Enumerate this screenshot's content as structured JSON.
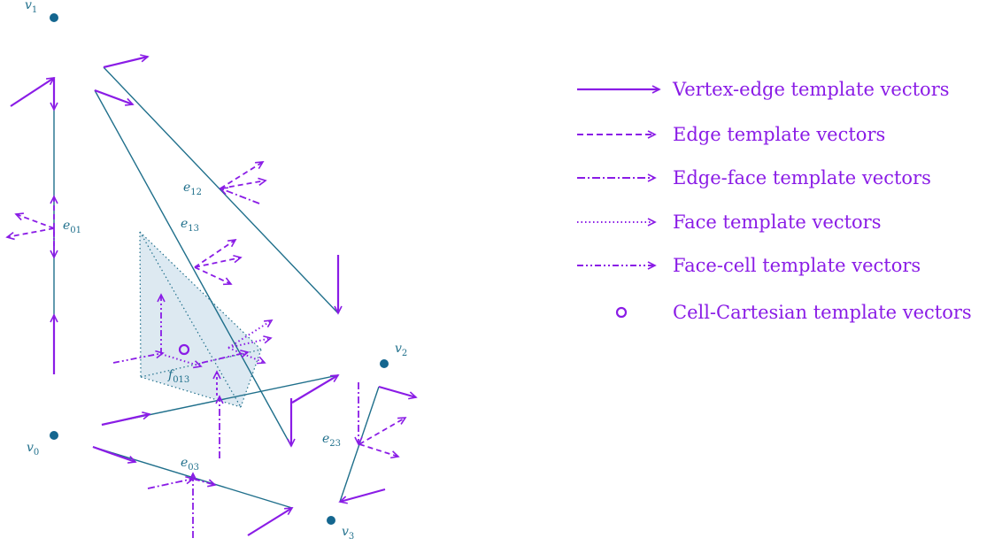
{
  "colors": {
    "edge": "#1f6f8b",
    "vector": "#8a1ce6",
    "face_fill": "#dde9f1",
    "vertex": "#14668f"
  },
  "labels": {
    "v0": {
      "base": "v",
      "sub": "0"
    },
    "v1": {
      "base": "v",
      "sub": "1"
    },
    "v2": {
      "base": "v",
      "sub": "2"
    },
    "v3": {
      "base": "v",
      "sub": "3"
    },
    "e01": {
      "base": "e",
      "sub": "01"
    },
    "e12": {
      "base": "e",
      "sub": "12"
    },
    "e13": {
      "base": "e",
      "sub": "13"
    },
    "e03": {
      "base": "e",
      "sub": "03"
    },
    "e23": {
      "base": "e",
      "sub": "23"
    },
    "f013": {
      "base": "f",
      "sub": "013"
    }
  },
  "legend": [
    {
      "style": "solid",
      "text": "Vertex-edge template vectors"
    },
    {
      "style": "dashed",
      "text": "Edge template vectors"
    },
    {
      "style": "dashdot",
      "text": "Edge-face template vectors"
    },
    {
      "style": "dotted",
      "text": "Face template vectors"
    },
    {
      "style": "dashdotdot",
      "text": "Face-cell template vectors"
    },
    {
      "style": "circle",
      "text": "Cell-Cartesian template vectors"
    }
  ]
}
